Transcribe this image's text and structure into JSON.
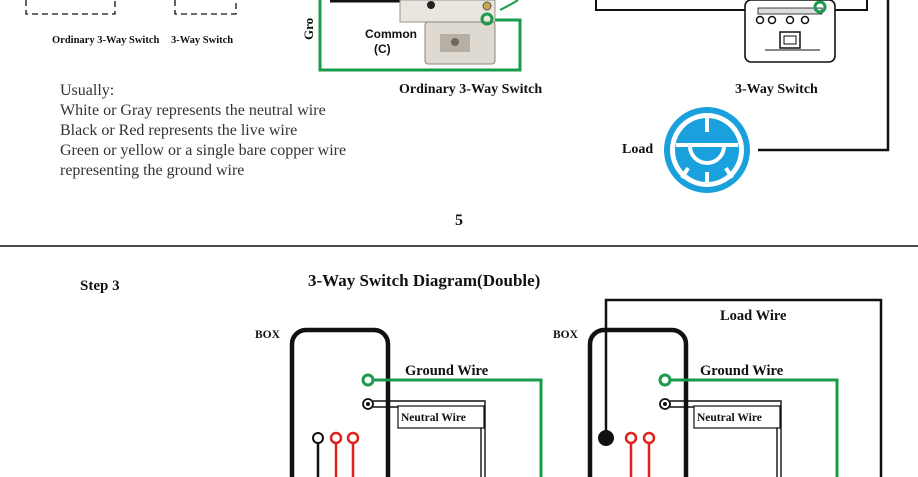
{
  "top_left": {
    "caption_ordinary": "Ordinary 3-Way Switch",
    "caption_3way": "3-Way Switch"
  },
  "notes": {
    "heading": "Usually:",
    "lines": [
      "White or Gray  represents the neutral wire",
      "Black or Red represents the live wire",
      "Green or yellow or a single bare copper wire",
      "representing the ground wire"
    ]
  },
  "middle": {
    "ground_label": "Gro",
    "common_label": "Common",
    "common_short": "(C)",
    "caption": "Ordinary 3-Way Switch"
  },
  "right": {
    "caption": "3-Way Switch",
    "load_label": "Load"
  },
  "page_number": "5",
  "step": {
    "label": "Step 3",
    "title": "3-Way Switch Diagram(Double)"
  },
  "bottom": {
    "box_label_left": "BOX",
    "box_label_right": "BOX",
    "load_wire": "Load Wire",
    "ground_wire_left": "Ground  Wire",
    "ground_wire_right": "Ground  Wire",
    "neutral_wire_left": "Neutral Wire",
    "neutral_wire_right": "Neutral Wire"
  },
  "colors": {
    "green_wire": "#1a9b4b",
    "red_wire": "#e0201b",
    "load_blue": "#1aa0dc",
    "black": "#111111"
  }
}
